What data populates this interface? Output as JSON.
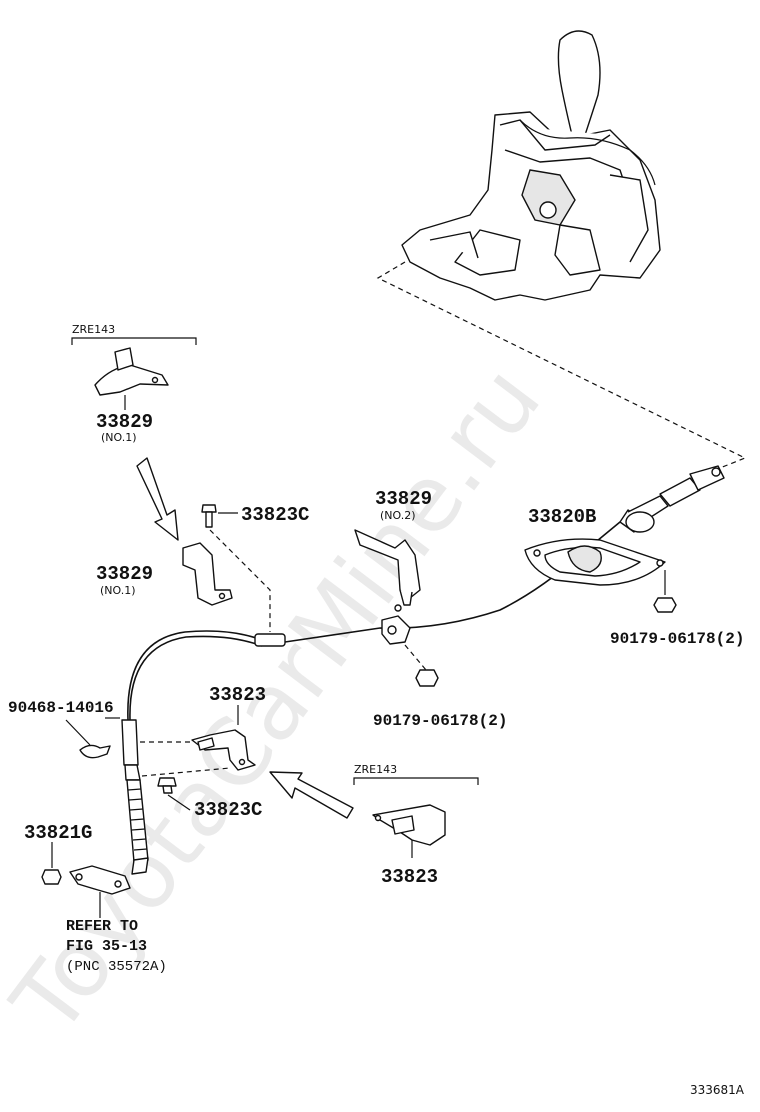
{
  "labels": {
    "p33829_top": "33829",
    "p33829_top_sub": "(NO.1)",
    "p33829_top_variant": "ZRE143",
    "p33823C_top": "33823C",
    "p33829_mid_left": "33829",
    "p33829_mid_left_sub": "(NO.1)",
    "p33829_no2": "33829",
    "p33829_no2_sub": "(NO.2)",
    "p33820B": "33820B",
    "p90179_right": "90179-06178(2)",
    "p90179_center": "90179-06178(2)",
    "p90468": "90468-14016",
    "p33823": "33823",
    "p33823C_bottom": "33823C",
    "p33823_variant": "ZRE143",
    "p33823_bottom": "33823",
    "p33821G": "33821G",
    "refer_line1": "REFER TO",
    "refer_line2": "FIG 35-13",
    "refer_line3": "(PNC 35572A)",
    "figure_code": "333681A",
    "watermark": "ToyotaCarMine.ru"
  },
  "colors": {
    "line": "#111111",
    "watermark": "#d9d9d9",
    "background": "#ffffff"
  }
}
